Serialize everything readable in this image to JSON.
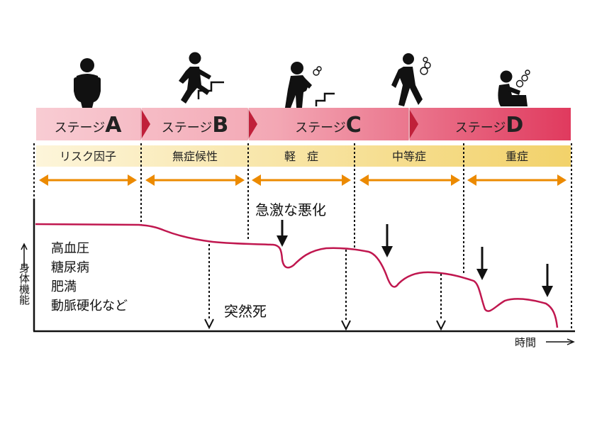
{
  "stages": [
    {
      "prefix": "ステージ",
      "letter": "A"
    },
    {
      "prefix": "ステージ",
      "letter": "B"
    },
    {
      "prefix": "ステージ",
      "letter": "C"
    },
    {
      "prefix": "ステージ",
      "letter": "D"
    }
  ],
  "severity": [
    "リスク因子",
    "無症候性",
    "軽　症",
    "中等症",
    "重症"
  ],
  "annotations": {
    "rapid_worsening": "急激な悪化",
    "sudden_death": "突然死",
    "risk_factors": [
      "高血圧",
      "糖尿病",
      "肥満",
      "動脈硬化など"
    ]
  },
  "axes": {
    "y_label": "身体機能",
    "x_label": "時間"
  },
  "figures": [
    {
      "stage": "A",
      "icon": "standing-overweight-person-icon"
    },
    {
      "stage": "B",
      "icon": "climbing-stairs-person-icon"
    },
    {
      "stage": "C",
      "icon": "tired-person-on-stairs-icon"
    },
    {
      "stage": "C-D",
      "icon": "breathless-walking-person-icon"
    },
    {
      "stage": "D",
      "icon": "breathless-sitting-person-icon"
    }
  ],
  "colors": {
    "stage_band_light": "#f7c9cf",
    "stage_band_dark": "#e03a5e",
    "stage_arrow": "#c0203a",
    "severity_band_light": "#fdf3d2",
    "severity_band_dark": "#f2d470",
    "double_arrow": "#ec8a00",
    "curve": "#c0174f"
  }
}
